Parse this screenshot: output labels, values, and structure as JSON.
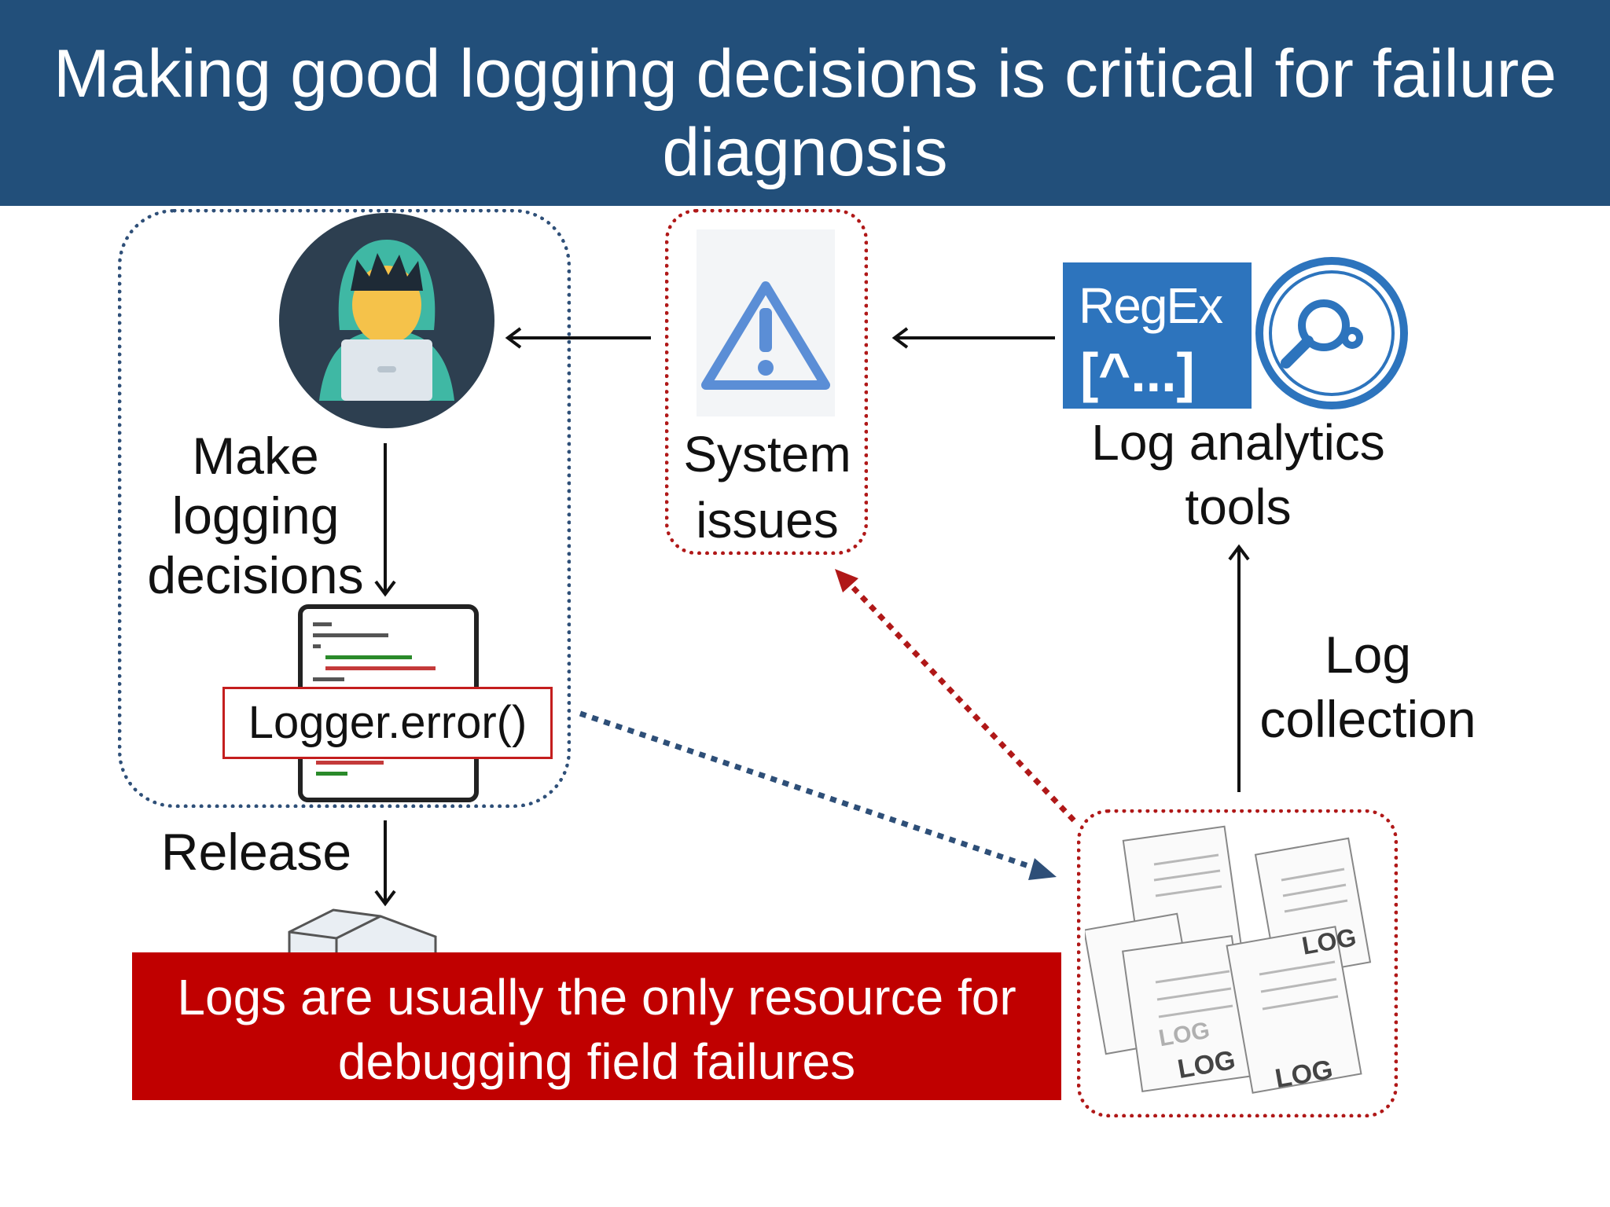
{
  "title": "Making good logging decisions is critical for failure diagnosis",
  "developer": {
    "label": "Make logging decisions",
    "code_label": "Logger.error()"
  },
  "release": {
    "label": "Release"
  },
  "system_issues": {
    "label": "System issues"
  },
  "analytics": {
    "regex_line1": "RegEx",
    "regex_line2": "[^...]",
    "label": "Log analytics tools"
  },
  "collection": {
    "label": "Log collection"
  },
  "logs": {
    "tags": [
      "LOG",
      "LOG",
      "LOG",
      "LOG"
    ]
  },
  "banner": {
    "text": "Logs are usually the only resource for debugging field failures"
  },
  "colors": {
    "header": "#224f7a",
    "banner": "#c00000",
    "blue_dotted": "#2e4f78",
    "red_dotted": "#b01818",
    "regex_box": "#2d74bd",
    "warning_icon": "#5b8ed6",
    "avatar_bg": "#2d3f50",
    "hood": "#3fb8a4"
  }
}
